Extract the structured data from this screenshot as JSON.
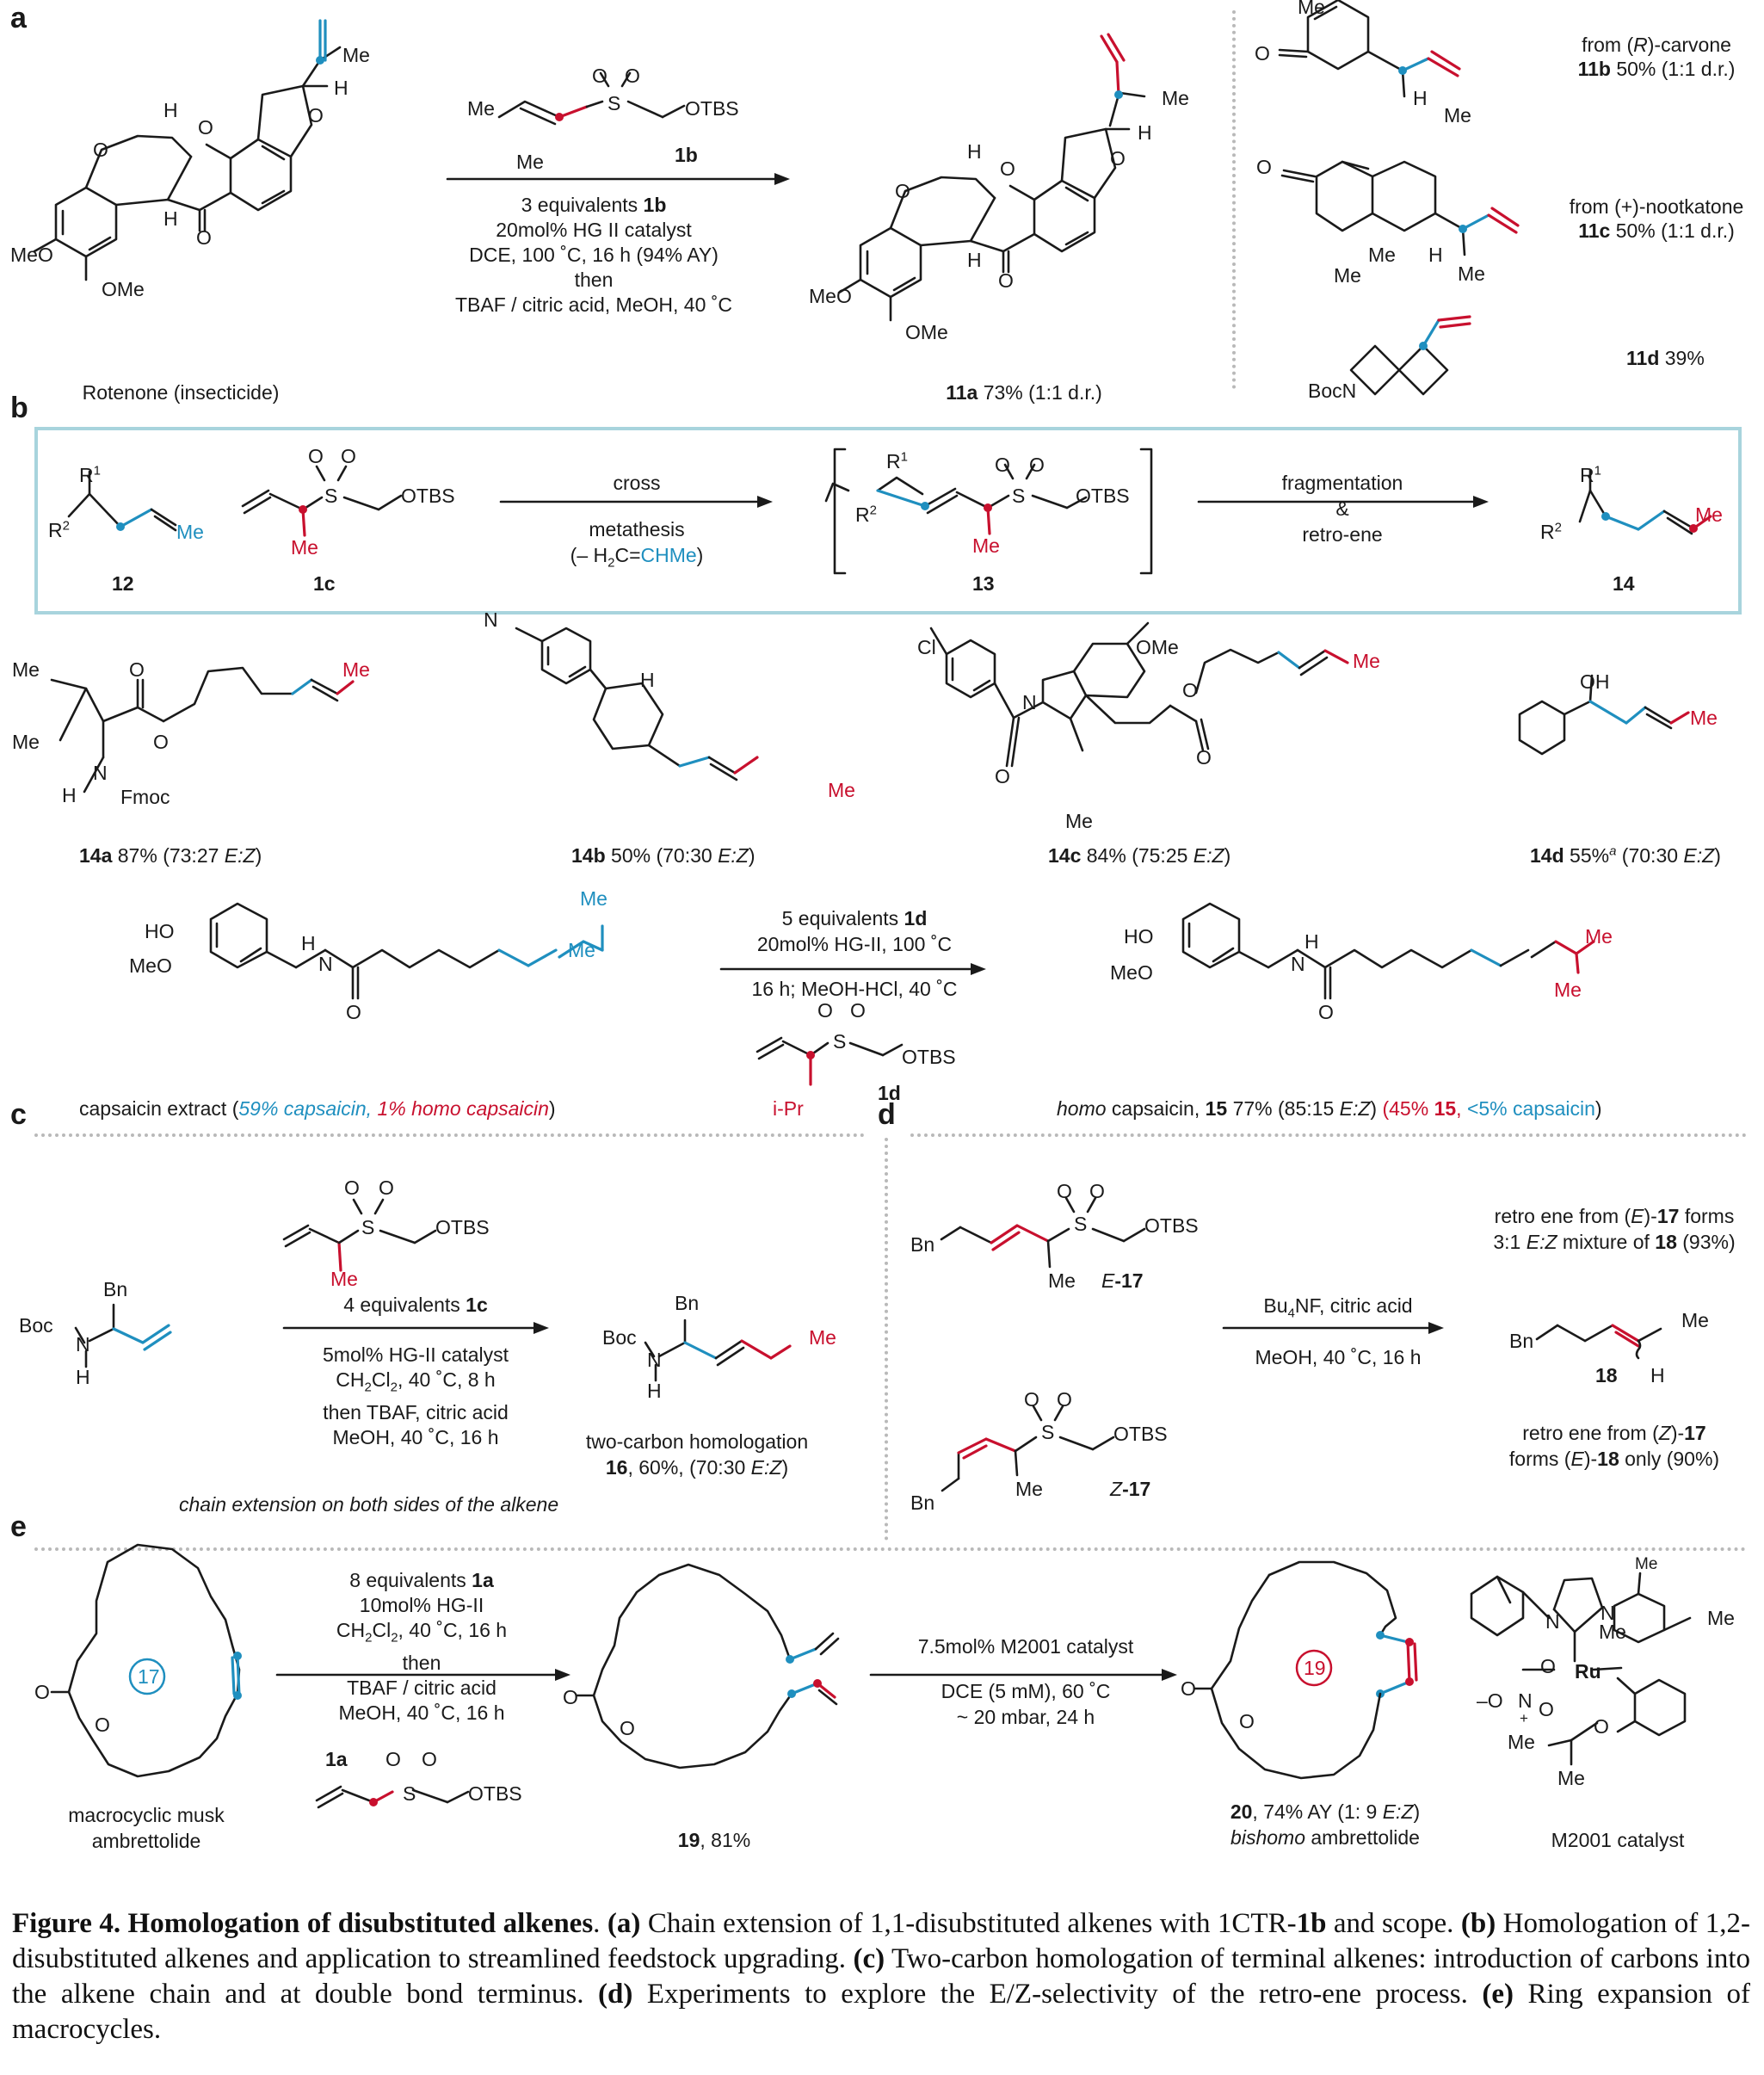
{
  "panels": {
    "a": "a",
    "b": "b",
    "c": "c",
    "d": "d",
    "e": "e"
  },
  "atoms": {
    "me": "Me",
    "ome": "OMe",
    "meo": "MeO",
    "h": "H",
    "o": "O",
    "s": "S",
    "n": "N",
    "otbs": "OTBS",
    "bn": "Bn",
    "boc": "Boc",
    "bocn": "BocN",
    "fmoc": "Fmoc",
    "cl": "Cl",
    "oh": "OH",
    "ho": "HO",
    "ipr": "i-Pr",
    "r1": "R",
    "r2": "R",
    "sup1": "1",
    "sup2": "2"
  },
  "a": {
    "rotenone_label": "Rotenone (insecticide)",
    "reagent_label": "1b",
    "cond1_prefix": "3 equivalents ",
    "cond1_bold": "1b",
    "cond2": "20mol% HG II catalyst",
    "cond3": "DCE, 100 ˚C, 16 h (94% AY)",
    "cond4": "then",
    "cond5": "TBAF / citric acid, MeOH, 40 ˚C",
    "product_bold": "11a",
    "product_rest": " 73% (1:1 d.r.)",
    "s11b_from_a": "from (",
    "s11b_from_i": "R",
    "s11b_from_b": ")-carvone",
    "s11b_bold": "11b",
    "s11b_rest": " 50% (1:1 d.r.)",
    "s11c_from": "from (+)-nootkatone",
    "s11c_bold": "11c",
    "s11c_rest": " 50% (1:1 d.r.)",
    "s11d_bold": "11d",
    "s11d_rest": " 39%"
  },
  "b": {
    "top_arrow1": "cross",
    "metathesis": "metathesis",
    "loss_a": "(– H",
    "loss_sub": "2",
    "loss_b": "C=",
    "loss_blue": "CHMe",
    "loss_c": ")",
    "frag": "fragmentation",
    "amp": "&",
    "retro": "retro-ene",
    "l12": "12",
    "l1c": "1c",
    "l13": "13",
    "l14": "14",
    "p14a_bold": "14a",
    "p14a_rest": " 87% (73:27 ",
    "p14a_ez": "E:Z",
    "p14a_end": ")",
    "p14b_bold": "14b",
    "p14b_rest": " 50% (70:30 ",
    "p14b_ez": "E:Z",
    "p14b_end": ")",
    "p14c_bold": "14c",
    "p14c_rest": " 84% (75:25 ",
    "p14c_ez": "E:Z",
    "p14c_end": ")",
    "p14d_bold": "14d",
    "p14d_rest": " 55%",
    "p14d_sup": "a",
    "p14d_rest2": " (70:30 ",
    "p14d_ez": "E:Z",
    "p14d_end": ")",
    "cap_cond1_prefix": "5 equivalents ",
    "cap_cond1_bold": "1d",
    "cap_cond2": "20mol% HG-II, 100 ˚C",
    "cap_cond3": "16 h; MeOH-HCl, 40 ˚C",
    "l1d": "1d",
    "extract_a": "capsaicin extract (",
    "extract_blue": "59% capsaicin, ",
    "extract_red1": "1% ",
    "extract_red_i": "homo",
    "extract_red2": " capsaicin",
    "extract_end": ")",
    "homo_i": "homo",
    "homo_a": " capsaicin, ",
    "homo_bold": "15",
    "homo_b": " 77% (85:15 ",
    "homo_ez": "E:Z",
    "homo_c": ") ",
    "homo_red_a": "(45% ",
    "homo_red_b": "15",
    "homo_red_c": ", ",
    "homo_blue": "<5% capsaicin",
    "homo_end": ")"
  },
  "c": {
    "cond1_prefix": "4 equivalents ",
    "cond1_bold": "1c",
    "cond2": "5mol% HG-II catalyst",
    "cond3_a": "CH",
    "cond3_sub": "2",
    "cond3_b": "Cl",
    "cond3_sub2": "2",
    "cond3_c": ", 40 ˚C, 8 h",
    "cond4": "then TBAF, citric acid",
    "cond5": "MeOH, 40 ˚C, 16 h",
    "prod1": "two-carbon homologation",
    "prod2_bold": "16",
    "prod2_rest": ", 60%, (70:30 ",
    "prod2_ez": "E:Z",
    "prod2_end": ")",
    "note": "chain extension on both sides of the alkene"
  },
  "d": {
    "e17_i": "E",
    "e17_b": "-17",
    "z17_i": "Z",
    "z17_b": "-17",
    "cond1_a": "Bu",
    "cond1_sub": "4",
    "cond1_b": "NF, citric acid",
    "cond2": "MeOH, 40 ˚C, 16 h",
    "l18": "18",
    "r1": "retro ene from (",
    "r1_i": "E",
    "r1_b": ")-",
    "r1_bold": "17",
    "r1_c": " forms",
    "r2": "3:1 ",
    "r2_i": "E:Z",
    "r2_b": " mixture of ",
    "r2_bold": "18",
    "r2_c": " (93%)",
    "r3": "retro ene from (",
    "r3_i": "Z",
    "r3_b": ")-",
    "r3_bold": "17",
    "r4": "forms (",
    "r4_i": "E",
    "r4_b": ")-",
    "r4_bold": "18",
    "r4_c": " only (90%)"
  },
  "e": {
    "ring17": "17",
    "ring19": "19",
    "musk1": "macrocyclic musk",
    "musk2": "ambrettolide",
    "cond1_prefix": "8 equivalents ",
    "cond1_bold": "1a",
    "cond2": "10mol% HG-II",
    "cond3_a": "CH",
    "cond3_sub": "2",
    "cond3_b": "Cl",
    "cond3_sub2": "2",
    "cond3_c": ", 40 ˚C, 16 h",
    "cond4": "then",
    "cond5": "TBAF / citric acid",
    "cond6": "MeOH, 40 ˚C, 16 h",
    "l1a": "1a",
    "l19_bold": "19",
    "l19_rest": ", 81%",
    "m_cond1": "7.5mol% M2001 catalyst",
    "m_cond2": "DCE (5 mM), 60 ˚C",
    "m_cond3": "~ 20 mbar, 24 h",
    "p20_bold": "20",
    "p20_rest": ", 74% AY (1: 9 ",
    "p20_ez": "E:Z",
    "p20_end": ")",
    "p20_i": "bishomo",
    "p20_rest2": " ambrettolide",
    "m2001": "M2001 catalyst",
    "ru": "Ru",
    "no_minus": "–O",
    "no_n": "N",
    "no_plus": "+"
  },
  "caption": {
    "fig": "Figure 4",
    "title": ". Homologation of disubstituted alkenes",
    "pa": "(a)",
    "ta": " Chain extension of 1,1-disubstituted alkenes with 1CTR-",
    "ta_b": "1b",
    "ta2": " and scope. ",
    "pb": "(b)",
    "tb": " Homologation of 1,2-disubstituted alkenes and application to streamlined feedstock upgrading. ",
    "pc": "(c)",
    "tc": " Two-carbon homologation of terminal alkenes: introduction of carbons into the alkene chain and at double bond terminus. ",
    "pd": "(d)",
    "td": " Experiments to explore the E/Z-selectivity of the retro-ene process. ",
    "pe": "(e)",
    "te": " Ring expansion of macrocycles."
  },
  "colors": {
    "blue": "#1f8fbf",
    "red": "#c8102e",
    "box": "#a8d4dd",
    "sep": "#b9b9b9"
  }
}
